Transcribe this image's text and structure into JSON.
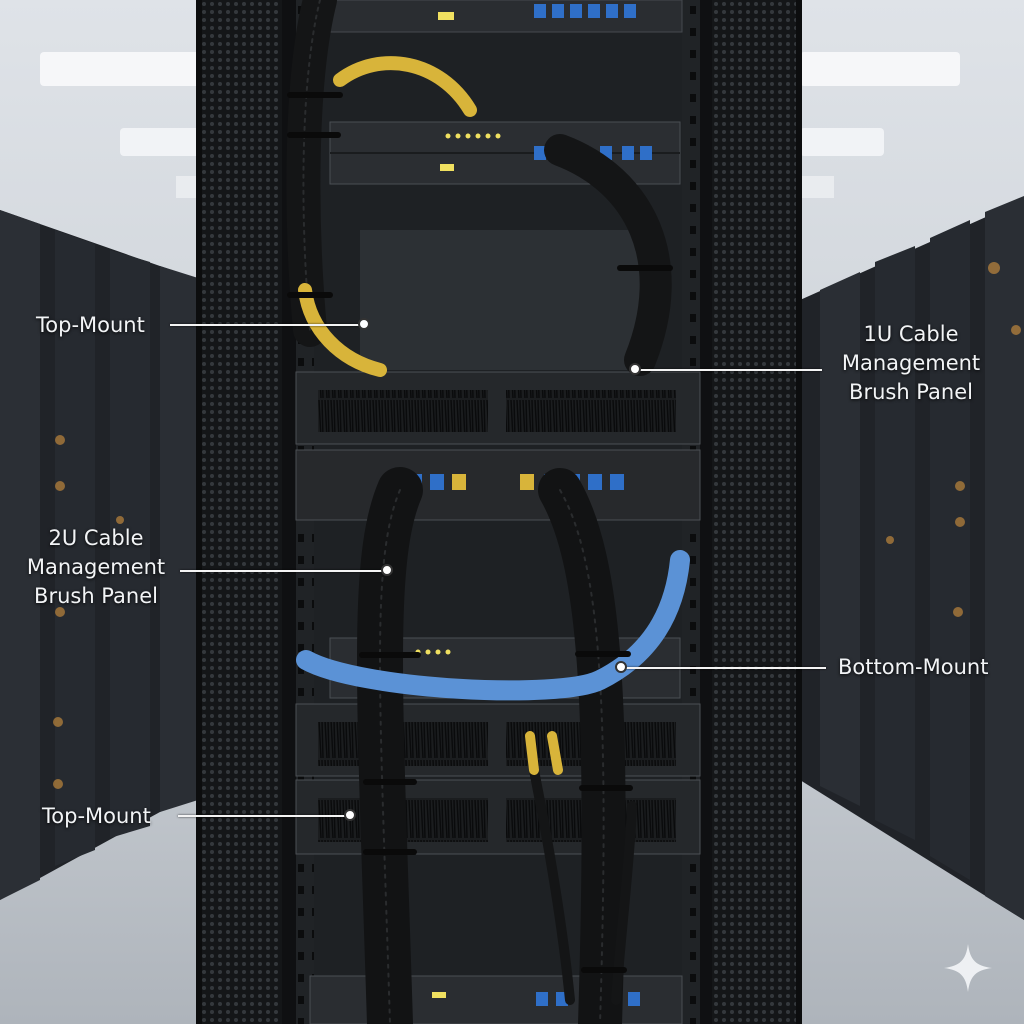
{
  "callouts": {
    "top_mount_upper": "Top-Mount",
    "cable_1u": [
      "1U Cable",
      "Management",
      "Brush Panel"
    ],
    "cable_2u": [
      "2U Cable",
      "Management",
      "Brush Panel"
    ],
    "bottom_mount": "Bottom-Mount",
    "top_mount_lower": "Top-Mount"
  },
  "colors": {
    "cable_black": "#1a1a1a",
    "cable_yellow": "#d8b43a",
    "cable_blue": "#5b92d6",
    "led_amber": "#e8a040",
    "led_yellow": "#f0e060",
    "port_blue": "#2f6fc8"
  },
  "icons": [
    "sparkle-icon"
  ]
}
